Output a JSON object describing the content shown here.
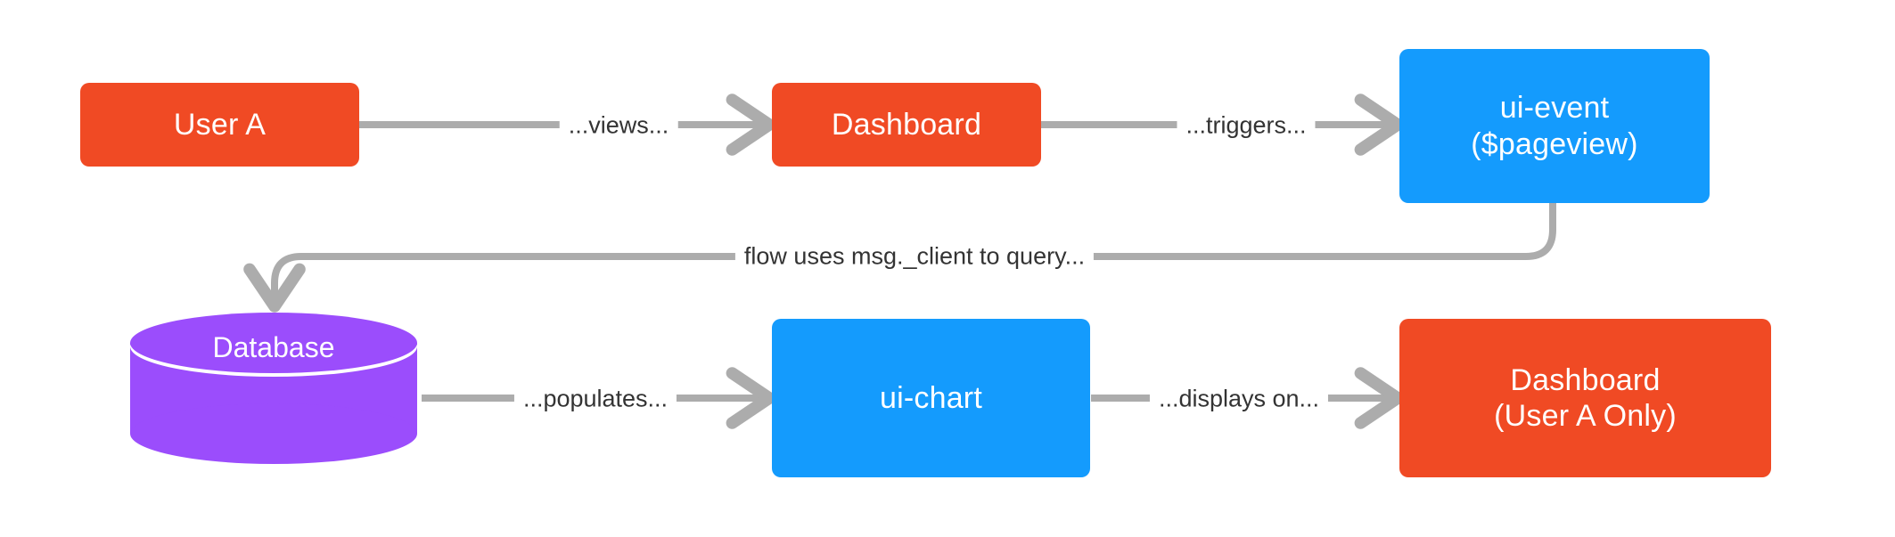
{
  "diagram": {
    "title": "",
    "background": "#ffffff",
    "colors": {
      "orange": "#F04A24",
      "blue": "#149BFD",
      "purple": "#9B4DFC",
      "edge": "#ACACAC",
      "label_text": "#333333",
      "node_text": "#ffffff"
    },
    "nodes": [
      {
        "id": "user-a",
        "label_lines": [
          "User A"
        ],
        "shape": "rounded-rect",
        "color": "#F04A24"
      },
      {
        "id": "dashboard-top",
        "label_lines": [
          "Dashboard"
        ],
        "shape": "rounded-rect",
        "color": "#F04A24"
      },
      {
        "id": "ui-event",
        "label_lines": [
          "ui-event",
          "($pageview)"
        ],
        "shape": "rounded-rect",
        "color": "#149BFD"
      },
      {
        "id": "database",
        "label_lines": [
          "Database"
        ],
        "shape": "cylinder",
        "color": "#9B4DFC"
      },
      {
        "id": "ui-chart",
        "label_lines": [
          "ui-chart"
        ],
        "shape": "rounded-rect",
        "color": "#149BFD"
      },
      {
        "id": "dashboard-bottom",
        "label_lines": [
          "Dashboard",
          "(User A Only)"
        ],
        "shape": "rounded-rect",
        "color": "#F04A24"
      }
    ],
    "edges": [
      {
        "id": "views",
        "from": "user-a",
        "to": "dashboard-top",
        "label": "...views..."
      },
      {
        "id": "triggers",
        "from": "dashboard-top",
        "to": "ui-event",
        "label": "...triggers..."
      },
      {
        "id": "query",
        "from": "ui-event",
        "to": "database",
        "label": "flow uses msg._client to query..."
      },
      {
        "id": "populates",
        "from": "database",
        "to": "ui-chart",
        "label": "...populates..."
      },
      {
        "id": "displays",
        "from": "ui-chart",
        "to": "dashboard-bottom",
        "label": "...displays on..."
      }
    ]
  }
}
